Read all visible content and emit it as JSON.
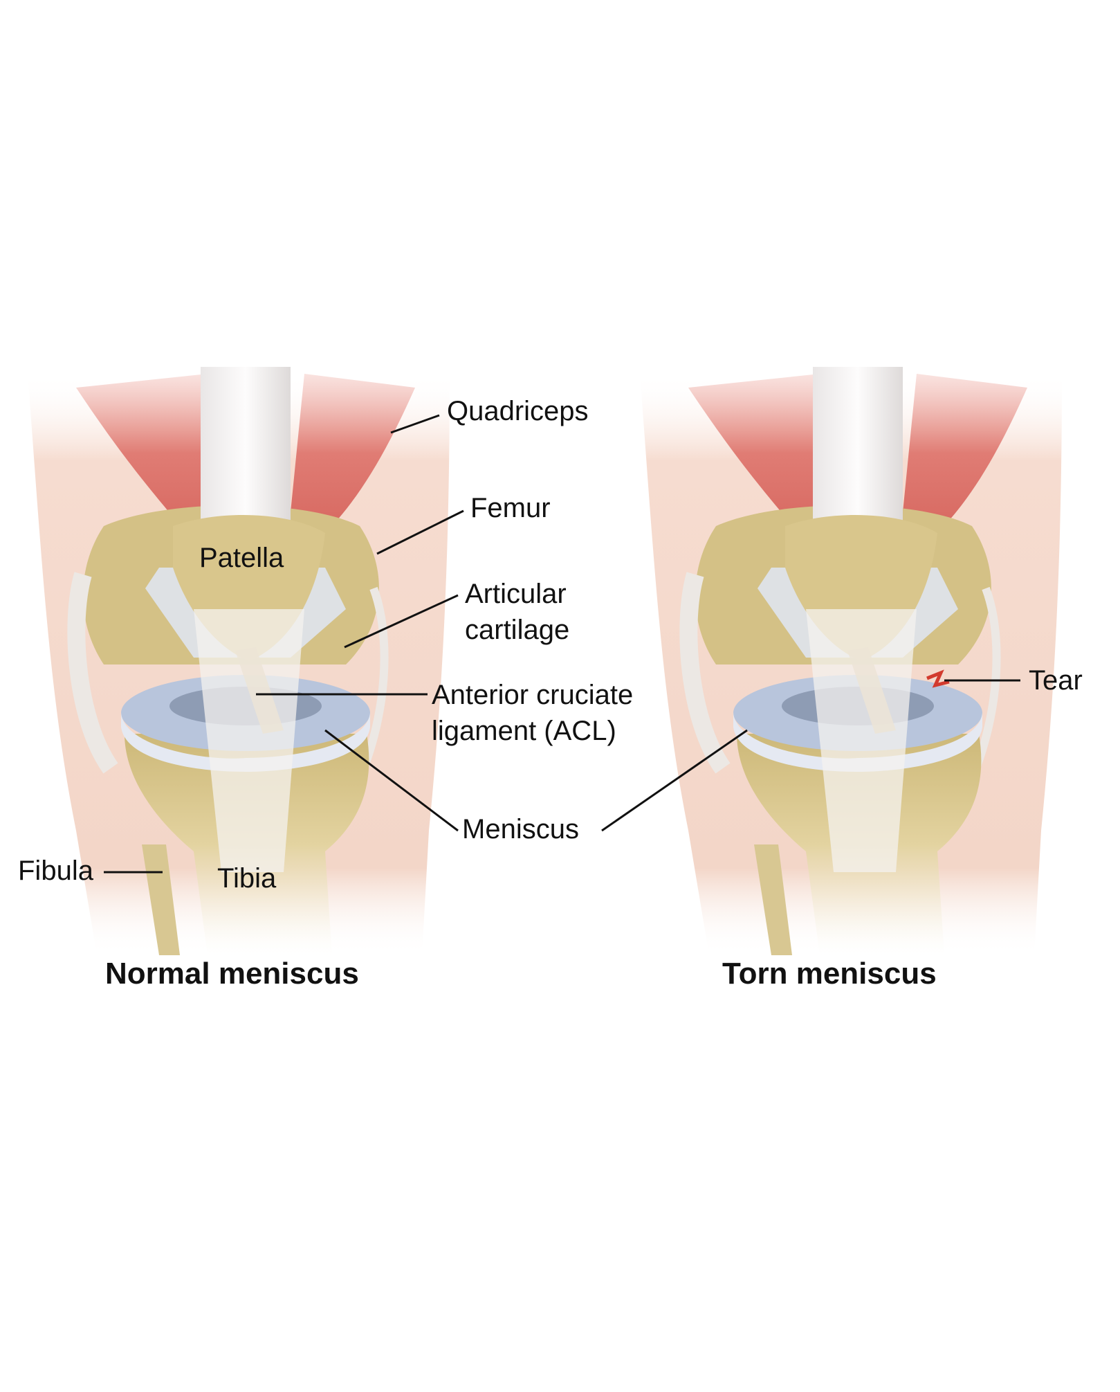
{
  "labels": {
    "quadriceps": "Quadriceps",
    "femur": "Femur",
    "patella": "Patella",
    "articular_cartilage_line1": "Articular",
    "articular_cartilage_line2": "cartilage",
    "acl_line1": "Anterior cruciate",
    "acl_line2": "ligament (ACL)",
    "meniscus": "Meniscus",
    "fibula": "Fibula",
    "tibia": "Tibia",
    "tear": "Tear"
  },
  "captions": {
    "normal": "Normal meniscus",
    "torn": "Torn meniscus"
  },
  "colors": {
    "muscle": "#e07c74",
    "bone": "#dcc98e",
    "cartilage": "#d7dde9",
    "meniscus": "#b6c3da",
    "skin": "#f6dcd0",
    "tear": "#d23a2e"
  }
}
